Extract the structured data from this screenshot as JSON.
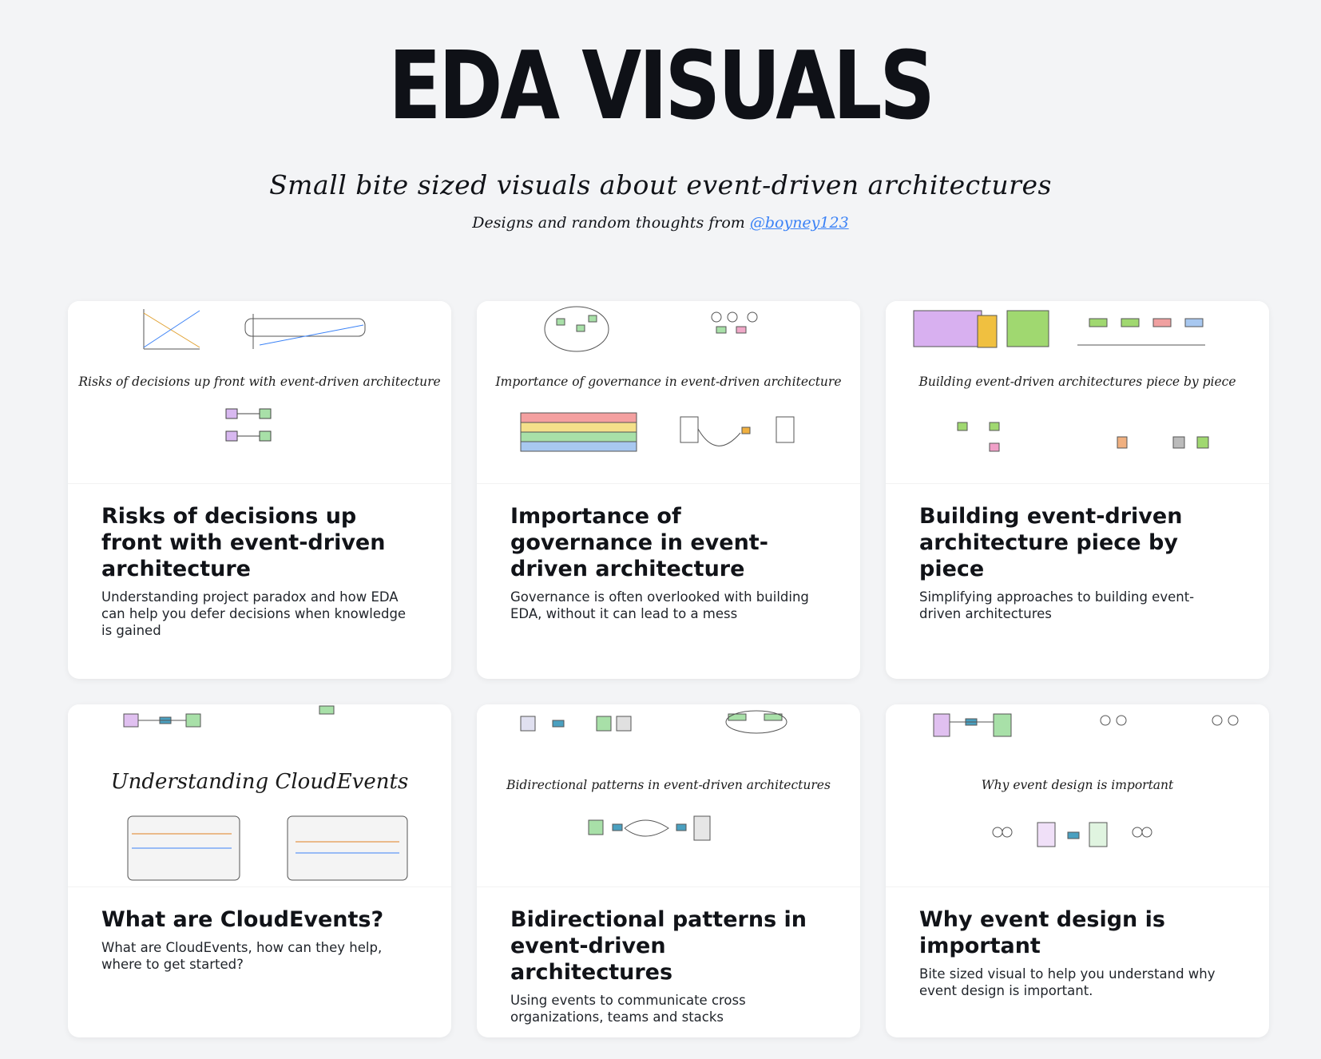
{
  "header": {
    "title": "EDA VISUALS",
    "tagline": "Small bite sized visuals about event-driven architectures",
    "byline_prefix": "Designs and random thoughts from",
    "byline_handle": "@boyney123"
  },
  "cards": [
    {
      "thumb_caption": "Risks of decisions up front with event-driven architecture",
      "title": "Risks of decisions up front with event-driven architecture",
      "description": "Understanding project paradox and how EDA can help you defer decisions when knowledge is gained"
    },
    {
      "thumb_caption": "Importance of governance in event-driven architecture",
      "title": "Importance of governance in event-driven architecture",
      "description": "Governance is often overlooked with building EDA, without it can lead to a mess"
    },
    {
      "thumb_caption": "Building event-driven architectures piece by piece",
      "title": "Building event-driven architecture piece by piece",
      "description": "Simplifying approaches to building event-driven architectures"
    },
    {
      "thumb_caption": "Understanding CloudEvents",
      "title": "What are CloudEvents?",
      "description": "What are CloudEvents, how can they help, where to get started?"
    },
    {
      "thumb_caption": "Bidirectional patterns in event-driven architectures",
      "title": "Bidirectional patterns in event-driven architectures",
      "description": "Using events to communicate cross organizations, teams and stacks"
    },
    {
      "thumb_caption": "Why event design is important",
      "title": "Why event design is important",
      "description": "Bite sized visual to help you understand why event design is important."
    }
  ]
}
